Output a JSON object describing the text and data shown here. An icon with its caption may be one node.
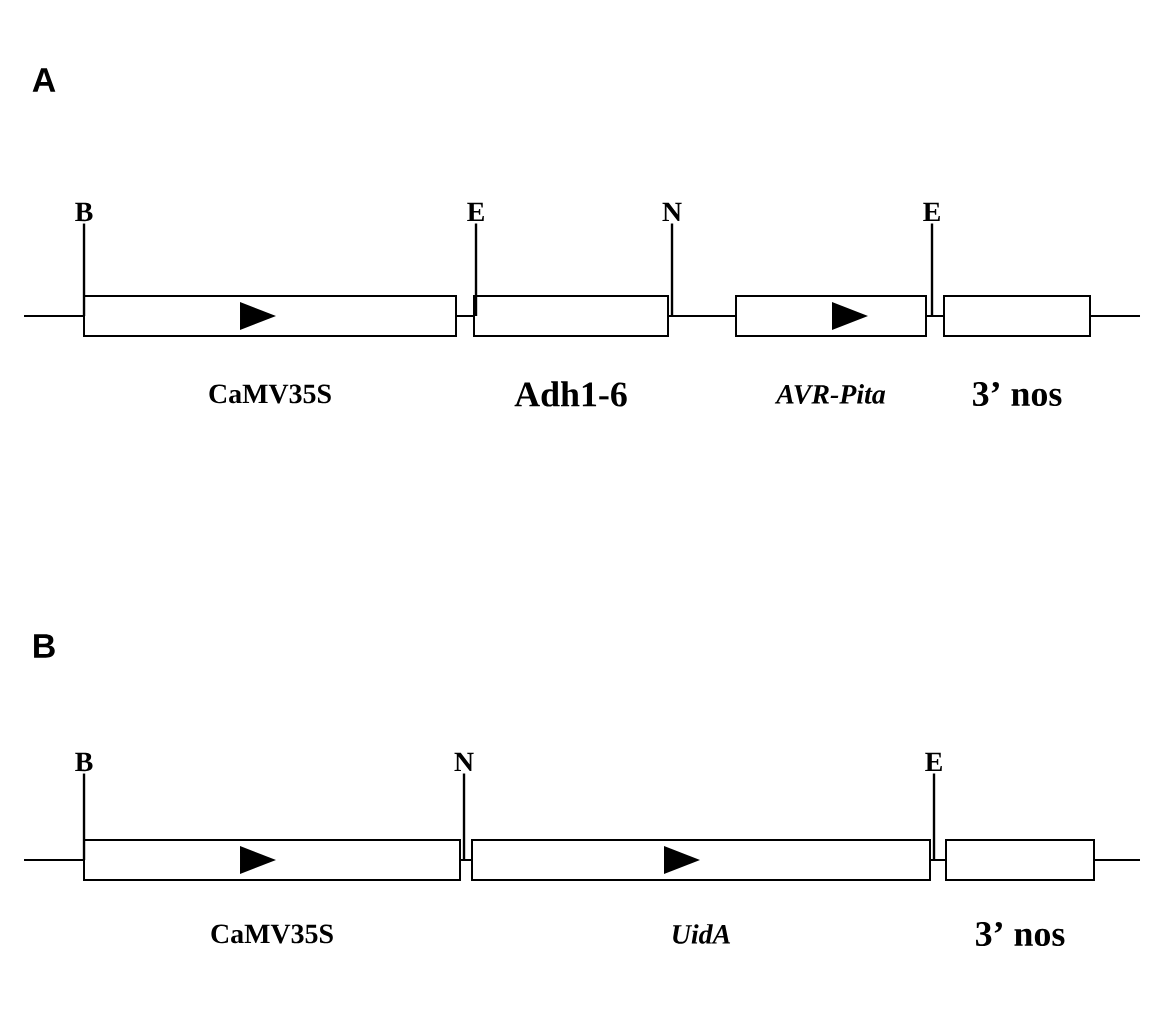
{
  "diagram": {
    "nodes": [
      {
        "text": [
          "CaMV35S"
        ]
      },
      {
        "text": [
          "Adh1-6"
        ]
      },
      {
        "text": [
          "AVR-Pita"
        ]
      },
      {
        "text": [
          "3’ nos"
        ]
      },
      {
        "text": [
          "CaMV35S"
        ]
      },
      {
        "text": [
          "UidA"
        ]
      },
      {
        "text": [
          "3’ nos"
        ]
      },
      {
        "text": [
          "B"
        ]
      },
      {
        "text": [
          "E"
        ]
      },
      {
        "text": [
          "N"
        ]
      },
      {
        "text": [
          "E"
        ]
      },
      {
        "text": [
          "B"
        ]
      },
      {
        "text": [
          "N"
        ]
      },
      {
        "text": [
          "E"
        ]
      }
    ],
    "edges": [
      {
        "from": null,
        "to": 0,
        "arrow": "none"
      },
      {
        "from": 0,
        "to": 1,
        "arrow": "none"
      },
      {
        "from": 1,
        "to": 2,
        "arrow": "none"
      },
      {
        "from": 2,
        "to": 3,
        "arrow": "none"
      },
      {
        "from": 3,
        "to": null,
        "arrow": "none"
      },
      {
        "from": null,
        "to": 4,
        "arrow": "none"
      },
      {
        "from": 4,
        "to": 5,
        "arrow": "none"
      },
      {
        "from": 5,
        "to": 6,
        "arrow": "none"
      },
      {
        "from": 6,
        "to": null,
        "arrow": "none"
      },
      {
        "from": 7,
        "to": 0,
        "arrow": "none"
      },
      {
        "from": 8,
        "to": 1,
        "arrow": "none"
      },
      {
        "from": 9,
        "to": 1,
        "arrow": "none"
      },
      {
        "from": 10,
        "to": 2,
        "arrow": "none"
      },
      {
        "from": 11,
        "to": 4,
        "arrow": "none"
      },
      {
        "from": 12,
        "to": 4,
        "arrow": "none"
      },
      {
        "from": 13,
        "to": 5,
        "arrow": "none"
      }
    ],
    "labels": [
      "A",
      "B"
    ]
  }
}
